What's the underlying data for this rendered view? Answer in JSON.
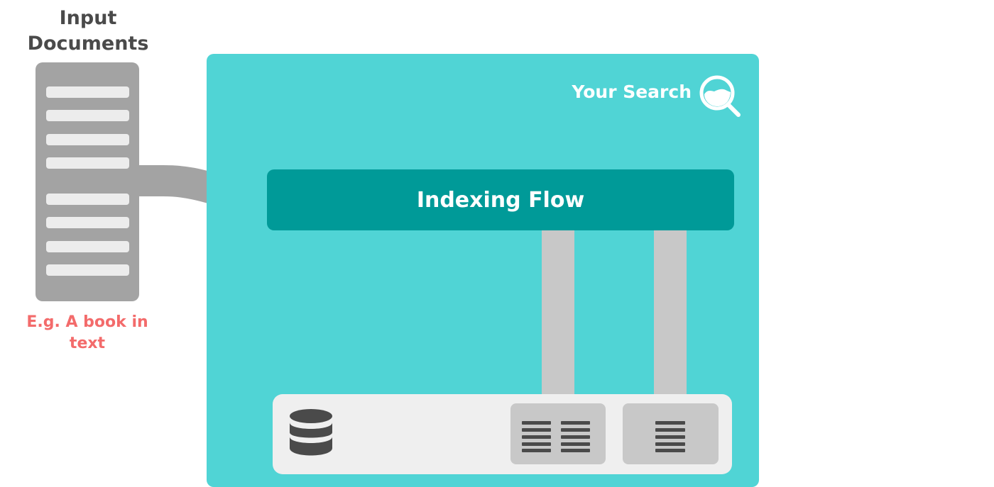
{
  "input": {
    "title": "Input\nDocuments",
    "caption": "E.g. A book in\ntext"
  },
  "search_area": {
    "label": "Your Search",
    "icon": "magnifier-icon"
  },
  "flow": {
    "label": "Indexing Flow"
  },
  "storage": {
    "icon": "database-icon"
  },
  "colors": {
    "panel": "#50d4d5",
    "flow": "#009a98",
    "caption": "#f36b6b",
    "docs": "#a3a3a3",
    "pipes": "#c8c8c8"
  }
}
